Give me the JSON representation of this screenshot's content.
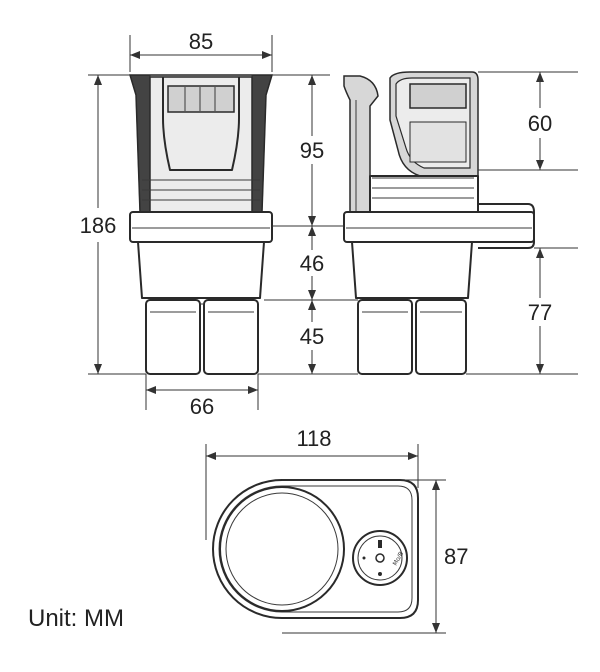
{
  "dimensions": {
    "top_width": "85",
    "total_height": "186",
    "upper_height": "95",
    "middle_height": "46",
    "lower_height": "45",
    "bottom_width": "66",
    "side_top_height": "60",
    "side_lower_height": "77",
    "plan_width": "118",
    "plan_depth": "87"
  },
  "unit_label": "Unit: MM",
  "knob_text": "Mo/B"
}
